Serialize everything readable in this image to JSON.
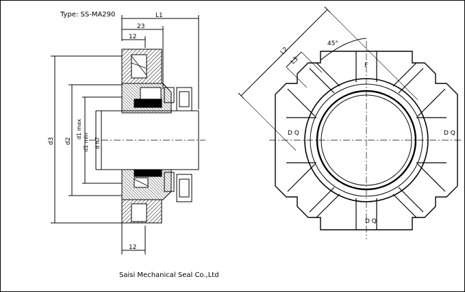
{
  "drawing": {
    "type_label": "Type: SS-MA290",
    "company": "Saisi Mechanical Seal Co.,Ltd"
  },
  "side_view": {
    "dims": {
      "L1": "L1",
      "d23": "23",
      "d12_top": "12",
      "d12_bottom": "12",
      "d3": "d3",
      "d2": "d2",
      "d1max": "d1  max",
      "d1min": "d1  min",
      "dh7": "d  h7"
    }
  },
  "front_view": {
    "labels": {
      "L2": "L2",
      "L3": "L3",
      "angle": "45°",
      "F": "F",
      "DQ_left": "D Q",
      "DQ_right": "D Q",
      "DQ_bottom": "D Q"
    }
  }
}
